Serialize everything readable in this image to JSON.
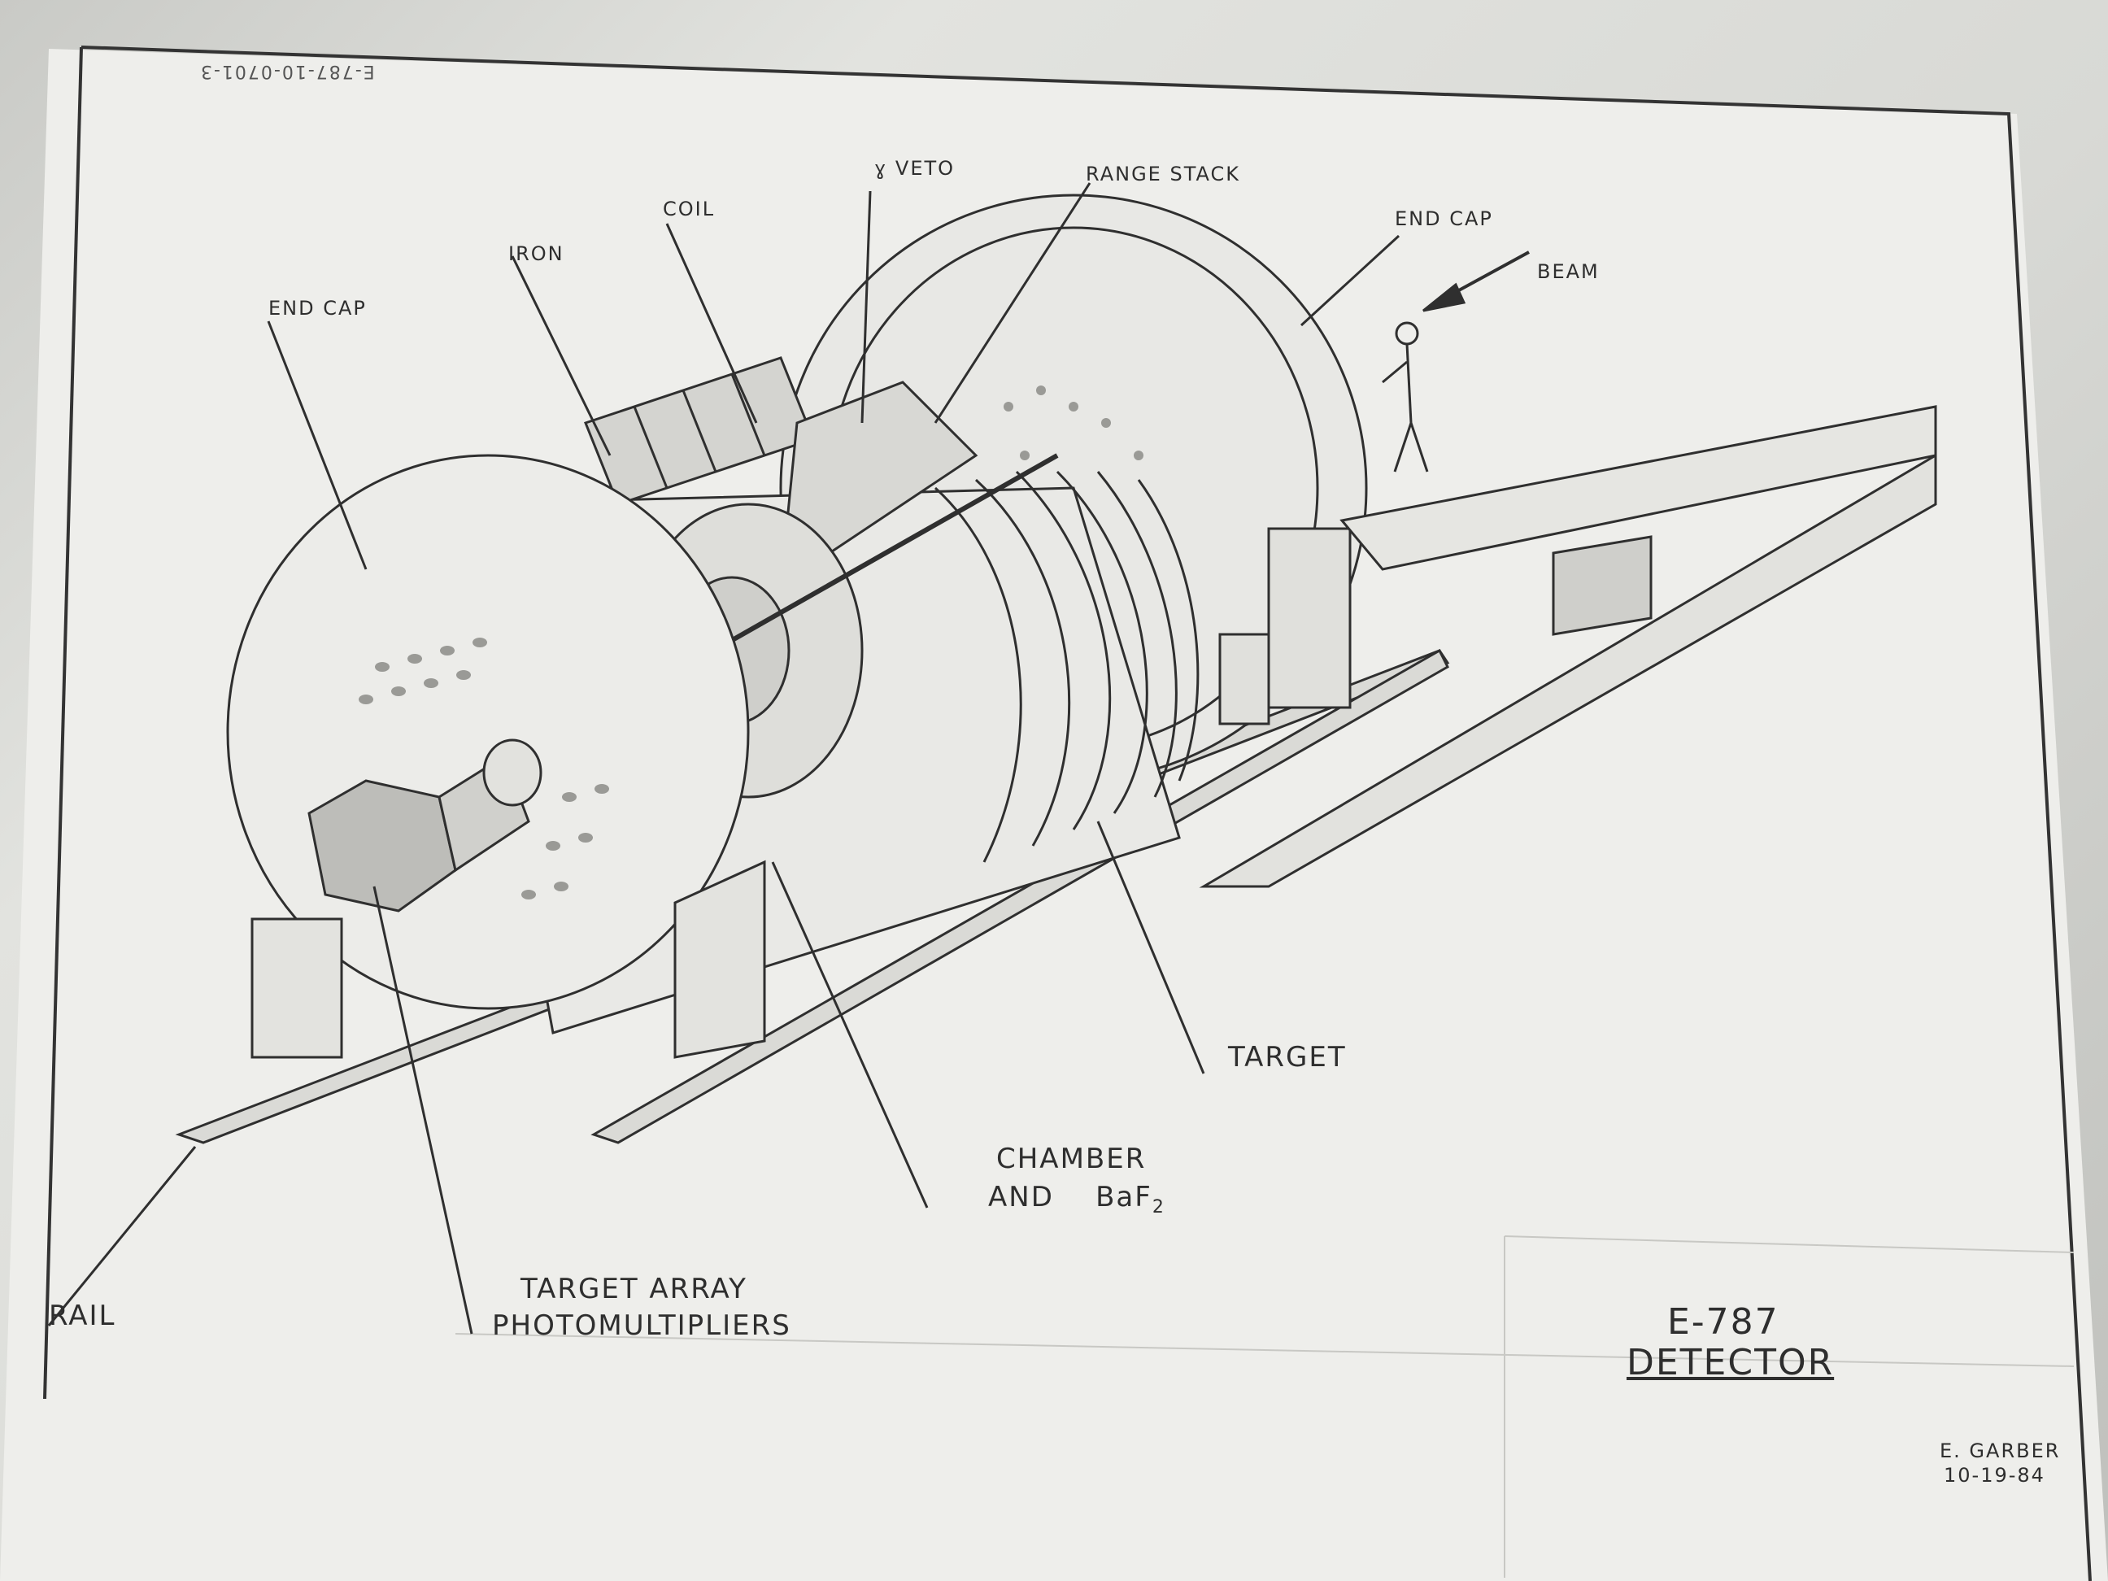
{
  "drawing": {
    "reverse_number": "E-787-10-0701-3",
    "title_line1": "E-787",
    "title_line2": "DETECTOR",
    "author": "E. GARBER",
    "date": "10-19-84"
  },
  "labels": {
    "veto": "ɣ VETO",
    "range_stack": "RANGE STACK",
    "coil": "COIL",
    "iron": "IRON",
    "end_cap_left": "END CAP",
    "end_cap_right": "END CAP",
    "beam": "BEAM",
    "target": "TARGET",
    "chamber_line1": "CHAMBER",
    "chamber_line2": "AND",
    "chamber_baf": "BaF",
    "chamber_sub": "2",
    "target_array": "TARGET ARRAY",
    "photomultipliers": "PHOTOMULTIPLIERS",
    "rail": "RAIL"
  },
  "colors": {
    "paper": "#eeeeeb",
    "ink": "#2e2e2e",
    "background": "#c9cac6"
  }
}
